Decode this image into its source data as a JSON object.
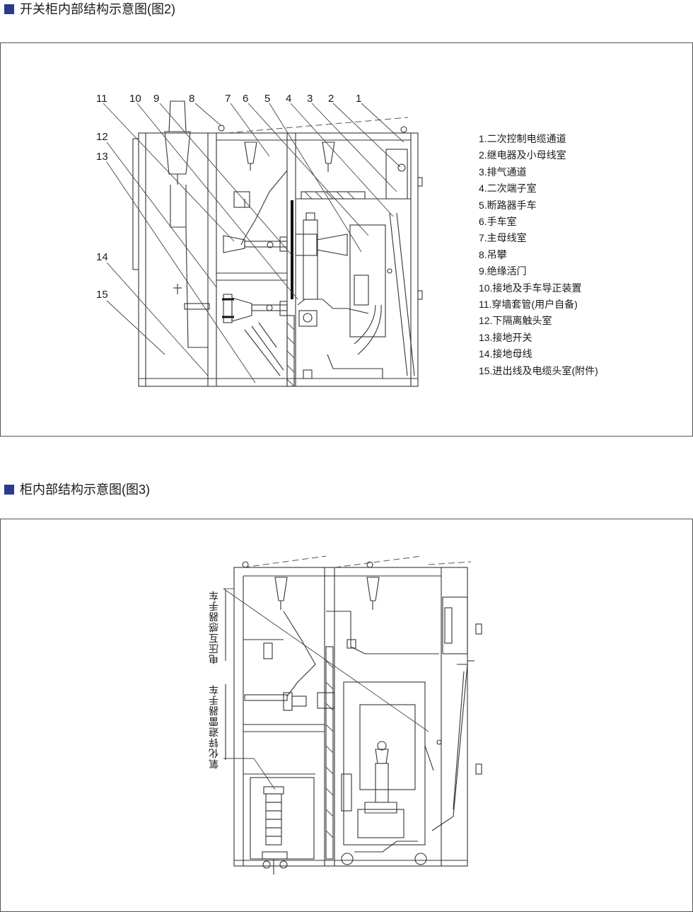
{
  "figure2": {
    "title": "开关柜内部结构示意图(图2)",
    "callout_numbers": [
      "1",
      "2",
      "3",
      "4",
      "5",
      "6",
      "7",
      "8",
      "9",
      "10",
      "11",
      "12",
      "13",
      "14",
      "15"
    ],
    "legend": [
      "1.二次控制电缆通道",
      "2.继电器及小母线室",
      "3.排气通道",
      "4.二次端子室",
      "5.断路器手车",
      "6.手车室",
      "7.主母线室",
      "8.吊攀",
      "9.绝缘活门",
      "10.接地及手车导正装置",
      "11.穿墙套管(用户自备)",
      "12.下隔离触头室",
      "13.接地开关",
      "14.接地母线",
      "15.进出线及电缆头室(附件)"
    ]
  },
  "figure3": {
    "title": "柜内部结构示意图(图3)",
    "label_vt_truck": "电压互感器手车",
    "label_arrester_truck": "氧化锌避雷器手车"
  },
  "colors": {
    "title_marker": "#2b3a8c",
    "line": "#333333"
  }
}
